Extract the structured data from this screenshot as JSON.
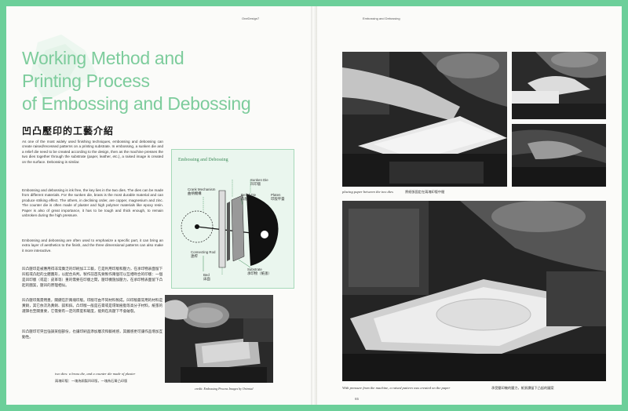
{
  "spread": {
    "running_head_left": "OneDesign7",
    "running_head_right": "Embossing and Debossing",
    "folio_right": "65"
  },
  "article": {
    "title_lines": [
      "Working Method and",
      "Printing Process",
      "of Embossing and Debossing"
    ],
    "subtitle_cn": "凹凸壓印的工藝介紹",
    "paragraphs_en": [
      "As one of the most widely used finishing techniques, embossing and debossing can create raised/recessed patterns on a printing substrate. In embossing, a sunken die and a relief die need to be created according to the design, then as the machine presses the two dies together through the substrate (paper, leather, etc.), a raised image is created on the surface. Debossing is similar.",
      "Embossing and debossing is ink free, the key lies in the two dies. The dies can be made from different materials. For the sunken die, brass is the most durable material and can produce striking effect. The others, in declining order, are copper, magnesium and zinc. The counter die is often made of plaster and high polymer materials like epoxy resin. Paper is also of great importance, it has to be tough and thick enough, to remain unbroken during the high pressure.",
      "Embossing and debossing are often used to emphasize a specific part, it can bring an extra layer of aesthetics to the finish, and the three dimensional patterns can also make it more interactive."
    ],
    "paragraphs_cn": [
      "凹凸壓印是被應用得非常廣泛的印刷加工工藝，它是利用印版和壓力，在承印物表面留下凹陷或凸起的立體圖形，以配合烏判。製作前首先要製作兩個可以互相吻合的印版：一個是凹印版（或是：皮革等）重的需要在印版之間，壓印機施加壓力，在承印物表面留下凸起的圖案，壓凹的原理相似。",
      "凹凸壓印無需用墨，關鍵在於兩塊印版。印版可由不同材料製成，凹印版最常用的材料是黃銅，其它依次為黃銅、鎂和鋅。凸印版一般是石膏或是環氧樹脂等高分子材料，紙張的選擇也至關重要，它需要有一定的厚度和韌度，能夠在高壓下不會破裂。",
      "凹凸壓印可突出強調某個部份，也讓印刷品添加層次和藝術感，其觸感更可讓作品增加互動性。"
    ]
  },
  "diagram": {
    "title": "Embossing and Debossing",
    "labels": {
      "sunken_die": "Sunken Die",
      "sunken_die_cn": "凹印版",
      "relief_die": "Relief Die",
      "relief_die_cn": "凸版",
      "platen": "Platen",
      "platen_cn": "印版平臺",
      "crank": "Crank Mechanism",
      "crank_cn": "曲柄機構",
      "rod": "Connecting Rod",
      "rod_cn": "連桿",
      "bed": "Bed",
      "bed_cn": "床面",
      "substrate": "Substrate",
      "substrate_cn": "承印物（紙張）"
    }
  },
  "captions": {
    "left_photo_en": "two dies: a brass die, and a counter die made of plaster",
    "left_photo_cn": "兩塊印版：一塊為銅製凹印版，一塊為石膏凸印版",
    "credit": "credit: Embossing Process Images by Oriental",
    "top_photo_en": "placing paper between the two dies",
    "top_photo_cn": "將紙張固定在兩塊印版中間",
    "bottom_photo_en": "With pressure from the machine, a raised pattern was created on the paper",
    "bottom_photo_cn": "承受壓印機的壓力，紙張讀留下凸起的圖案"
  },
  "colors": {
    "background": "#6ccf9a",
    "title_green": "#7dcc9c",
    "diagram_fill": "#eaf6ee"
  }
}
